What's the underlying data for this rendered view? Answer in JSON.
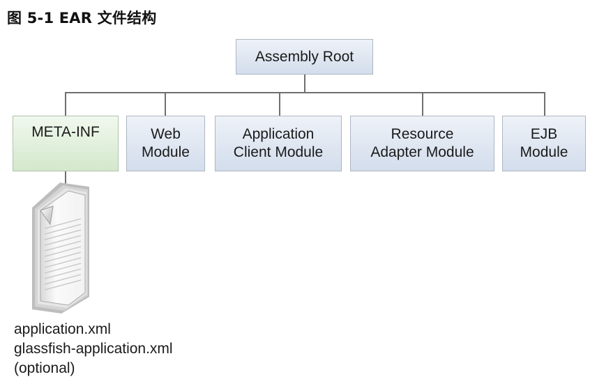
{
  "title": "图 5-1 EAR 文件结构",
  "root": {
    "label": "Assembly Root"
  },
  "children": [
    {
      "label": "META-INF",
      "style": "green"
    },
    {
      "label": "Web\nModule",
      "style": "blue"
    },
    {
      "label": "Application\nClient Module",
      "style": "blue"
    },
    {
      "label": "Resource\nAdapter Module",
      "style": "blue"
    },
    {
      "label": "EJB\nModule",
      "style": "blue"
    }
  ],
  "files": {
    "icon": "document-stack-icon",
    "lines": [
      "application.xml",
      "glassfish-application.xml",
      "(optional)"
    ]
  },
  "colors": {
    "blue_box_top": "#eef2f8",
    "blue_box_bottom": "#d3ddec",
    "green_box_top": "#f1f8ee",
    "green_box_bottom": "#d3e8cc",
    "connector": "#6f6f6f"
  }
}
